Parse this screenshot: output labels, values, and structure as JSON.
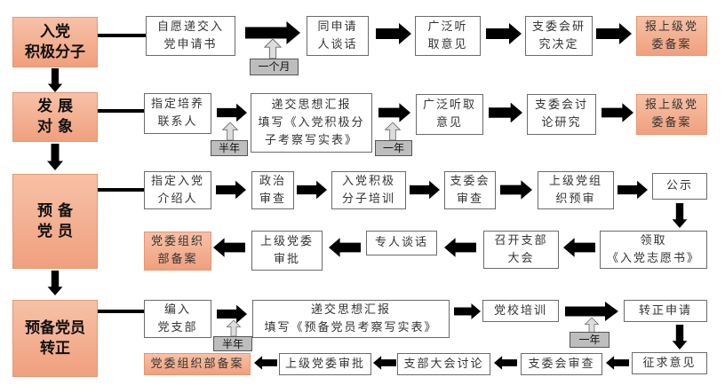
{
  "stages": [
    {
      "label": "入党\n积极分子"
    },
    {
      "label": "发 展\n对 象"
    },
    {
      "label": "预 备\n党 员"
    },
    {
      "label": "预备党员\n转正"
    }
  ],
  "row1": {
    "steps": [
      "自愿递交入\n党申请书",
      "同申请\n人谈话",
      "广泛听\n取意见",
      "支委会研\n究决定",
      "报上级党\n委备案"
    ],
    "interval": "一个月"
  },
  "row2": {
    "steps": [
      "指定培养\n联系人",
      "递交思想汇报\n填写《入党积极分\n子考察写实表》",
      "广泛听取\n意见",
      "支委会讨\n论研究",
      "报上级党\n委备案"
    ],
    "intervals": [
      "半年",
      "一年"
    ]
  },
  "row3": {
    "top": [
      "指定入党\n介绍人",
      "政治\n审查",
      "入党积极\n分子培训",
      "支委会\n审查",
      "上级党组\n织预审",
      "公示"
    ],
    "bottom": [
      "领取\n《入党志愿书》",
      "召开支部\n大会",
      "专人谈话",
      "上级党委\n审批",
      "党委组织\n部备案"
    ]
  },
  "row4": {
    "top": [
      "编入\n党支部",
      "递交思想汇报\n填写《预备党员考察写实表》",
      "党校培训",
      "转正申请"
    ],
    "bottom": [
      "征求意见",
      "支委会审查",
      "支部大会讨论",
      "上级党委审批",
      "党委组织部备案"
    ],
    "intervals": [
      "半年",
      "一年"
    ]
  }
}
